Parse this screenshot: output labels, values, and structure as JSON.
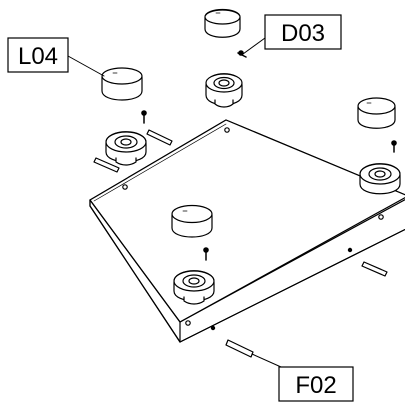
{
  "diagram": {
    "labels": {
      "l04": "L04",
      "d03": "D03",
      "f02": "F02"
    },
    "colors": {
      "line": "#000000",
      "fill": "#ffffff"
    }
  }
}
